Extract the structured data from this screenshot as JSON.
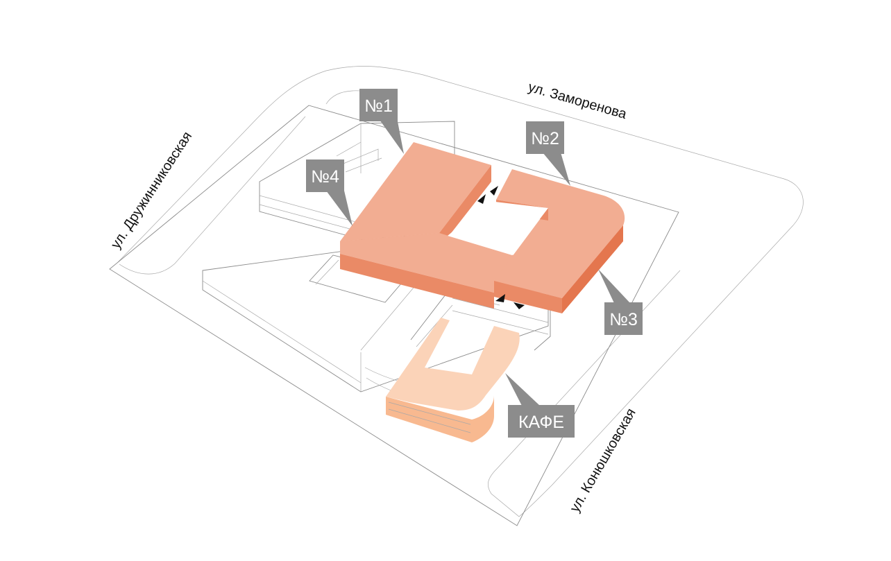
{
  "streets": {
    "zamorenova": "ул. Заморенова",
    "druzhinnikovskaya": "ул. Дружинниковская",
    "konyushkovskaya": "ул. Конюшковская"
  },
  "buildings": {
    "b1": "№1",
    "b2": "№2",
    "b3": "№3",
    "b4": "№4",
    "cafe": "КАФЕ"
  },
  "colors": {
    "building_top": "#f2ad92",
    "building_side": "#ea8a66",
    "building_side_dark": "#e4764e",
    "cafe_top": "#fbd3b8",
    "cafe_side": "#f8b990",
    "label_bg": "#8c8c8c",
    "label_text": "#ffffff",
    "lines": "#8a8a8a"
  }
}
